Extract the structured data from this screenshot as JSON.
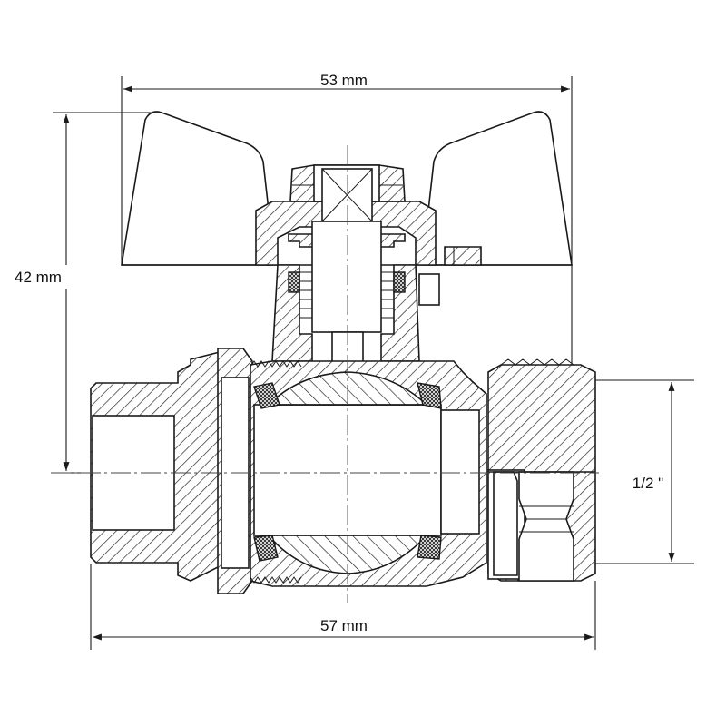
{
  "dimensions": {
    "width_top": "53 mm",
    "height_left": "42 mm",
    "thread_right": "1/2 \"",
    "width_bottom": "57 mm"
  }
}
